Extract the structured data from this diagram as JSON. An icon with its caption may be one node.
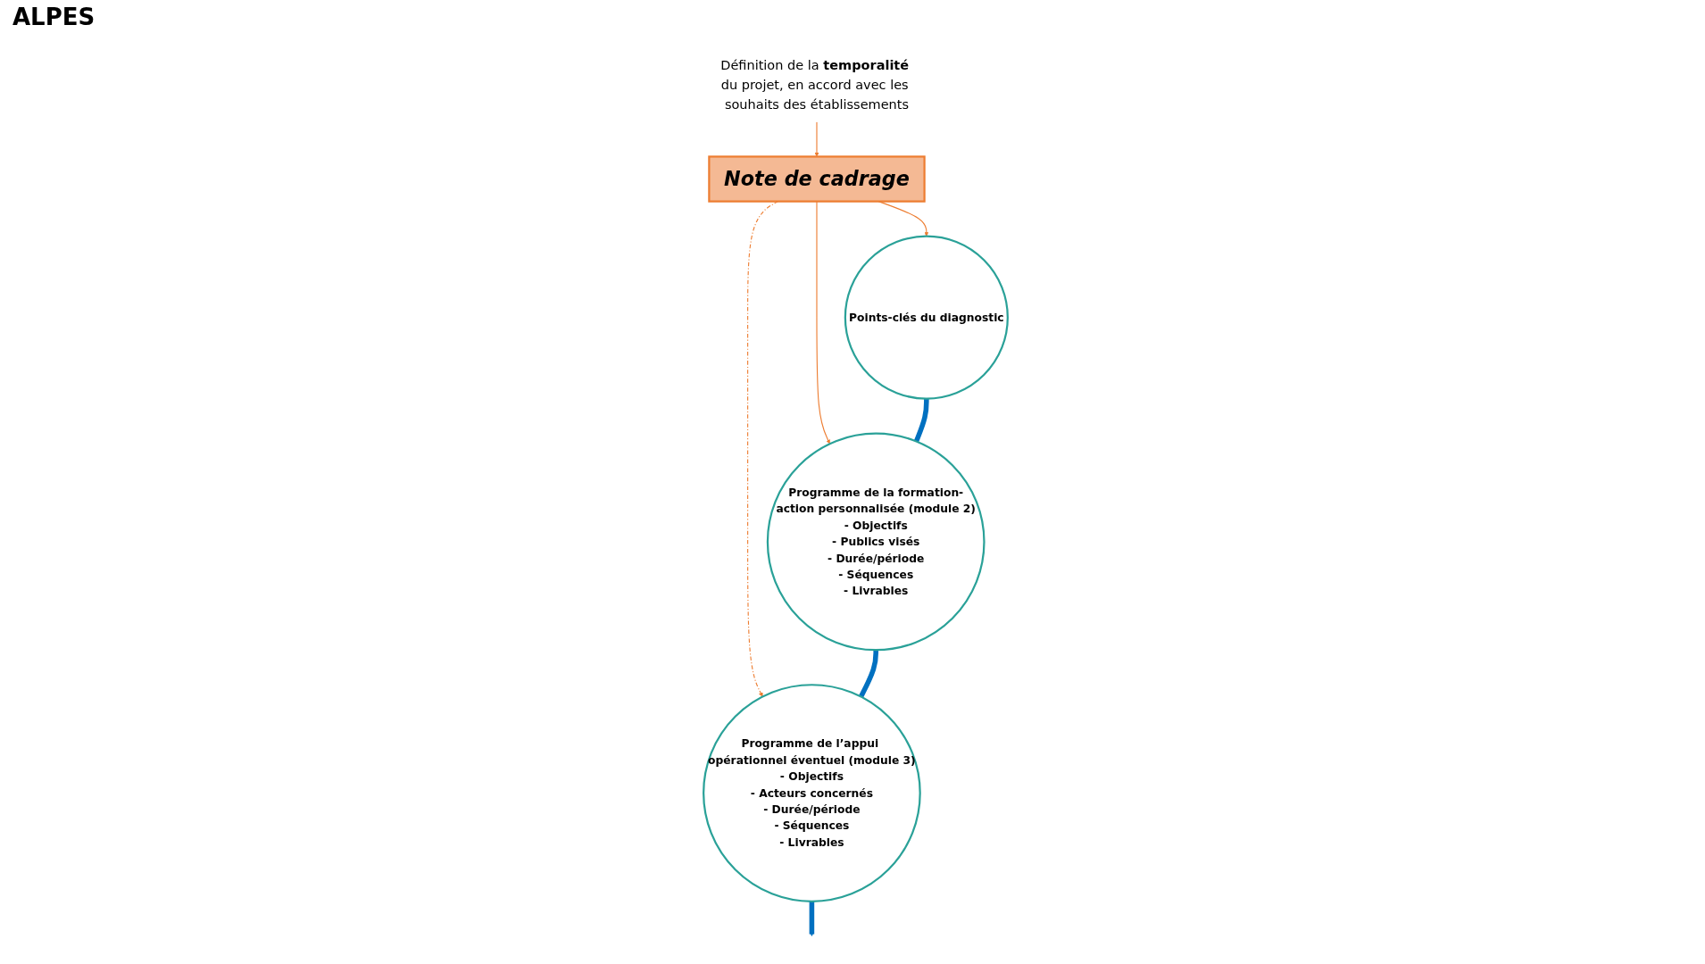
{
  "diagram": {
    "nodes": [
      {
        "text": [
          "Points-clés du diagnostic"
        ]
      },
      {
        "text": [
          "Programme de la formation-action personnalisée (module 2)",
          "- Objectifs",
          "- Publics visés",
          "- Durée/période",
          "- Séquences",
          "- Livrables"
        ]
      },
      {
        "text": [
          "Programme de l’appui opérationnel éventuel (module 3)",
          "- Objectifs",
          "- Acteurs concernés",
          "- Durée/période",
          "- Séquences",
          "- Livrables"
        ]
      },
      {
        "text": [
          "Note de cadrage"
        ]
      },
      {
        "text": [
          "Définition de la **temporalité** du projet, en accord avec les souhaits des établissements"
        ]
      }
    ],
    "edges": [
      {
        "from": 3,
        "to": 0,
        "arrow": "to"
      },
      {
        "from": 3,
        "to": 1,
        "arrow": "to"
      },
      {
        "from": 3,
        "to": 2,
        "arrow": "to",
        "style": "dashed"
      },
      {
        "from": 4,
        "to": 3,
        "arrow": "to"
      },
      {
        "from": 0,
        "to": 1,
        "arrow": "none",
        "style": "thick",
        "color": "#0070c0"
      },
      {
        "from": 1,
        "to": 2,
        "arrow": "none",
        "style": "thick",
        "color": "#0070c0"
      },
      {
        "from": 2,
        "to": null,
        "arrow": "to",
        "style": "thick",
        "color": "#0070c0"
      }
    ],
    "labels": [
      "ALPES"
    ]
  }
}
